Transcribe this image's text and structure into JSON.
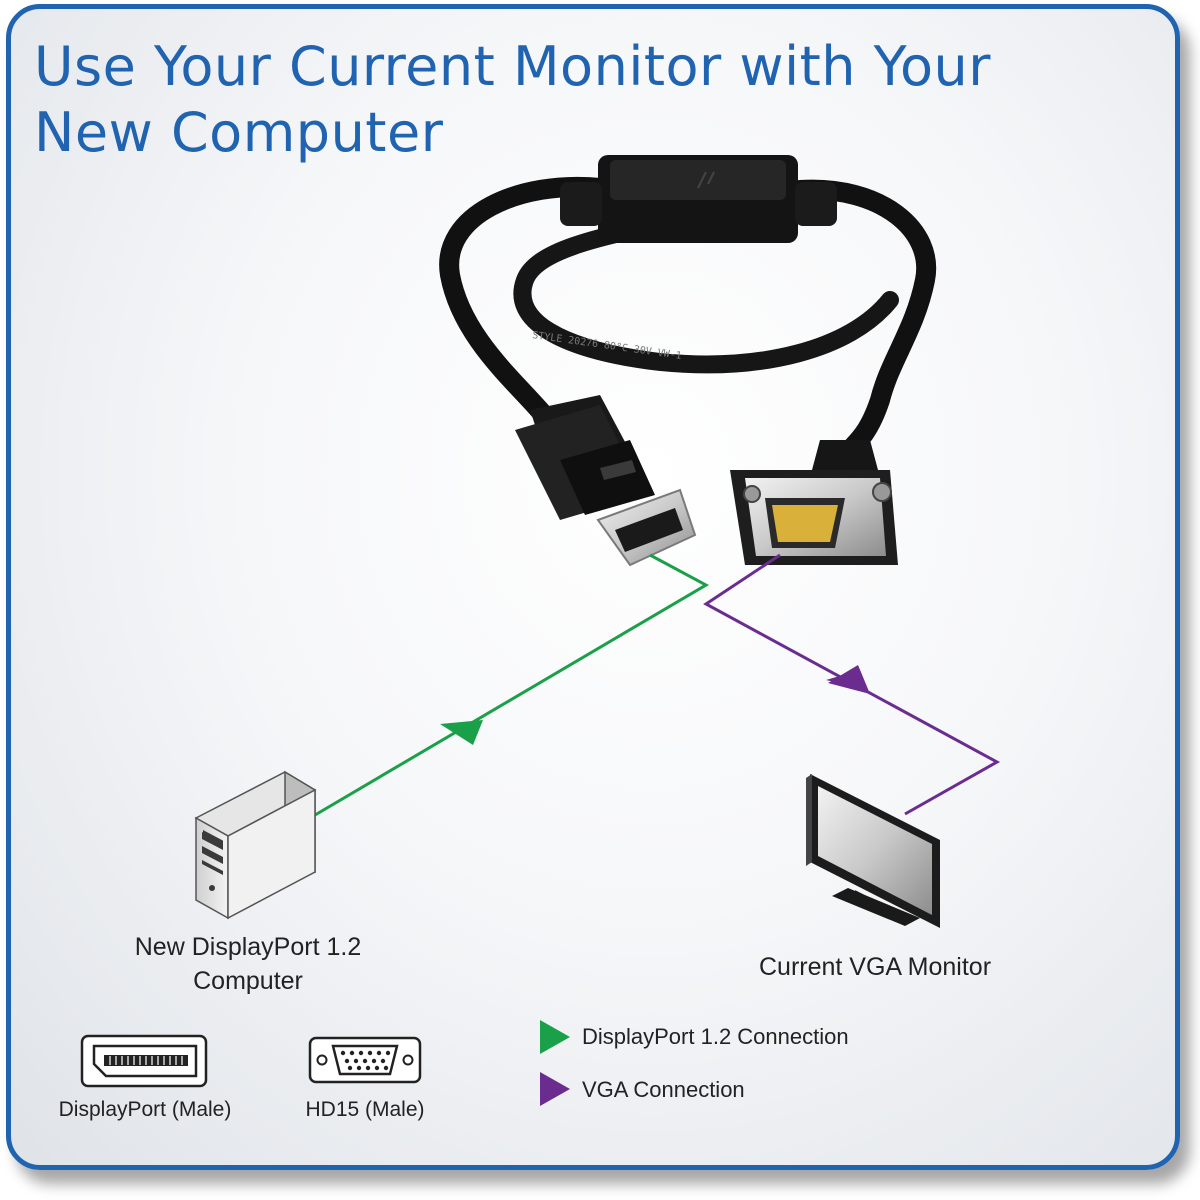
{
  "title": {
    "line1": "Use Your Current Monitor with Your",
    "line2": "New Computer"
  },
  "cable": {
    "jacket_text": "STYLE 20276 80°C 30V VW-1"
  },
  "devices": {
    "computer_label_line1": "New DisplayPort 1.2",
    "computer_label_line2": "Computer",
    "monitor_label": "Current VGA Monitor"
  },
  "connectors": {
    "displayport_label": "DisplayPort (Male)",
    "hd15_label": "HD15 (Male)"
  },
  "legend": {
    "displayport_connection": "DisplayPort 1.2 Connection",
    "vga_connection": "VGA Connection"
  },
  "colors": {
    "accent": "#1f63b1",
    "displayport_line": "#1aa049",
    "vga_line": "#6a2c8f"
  }
}
